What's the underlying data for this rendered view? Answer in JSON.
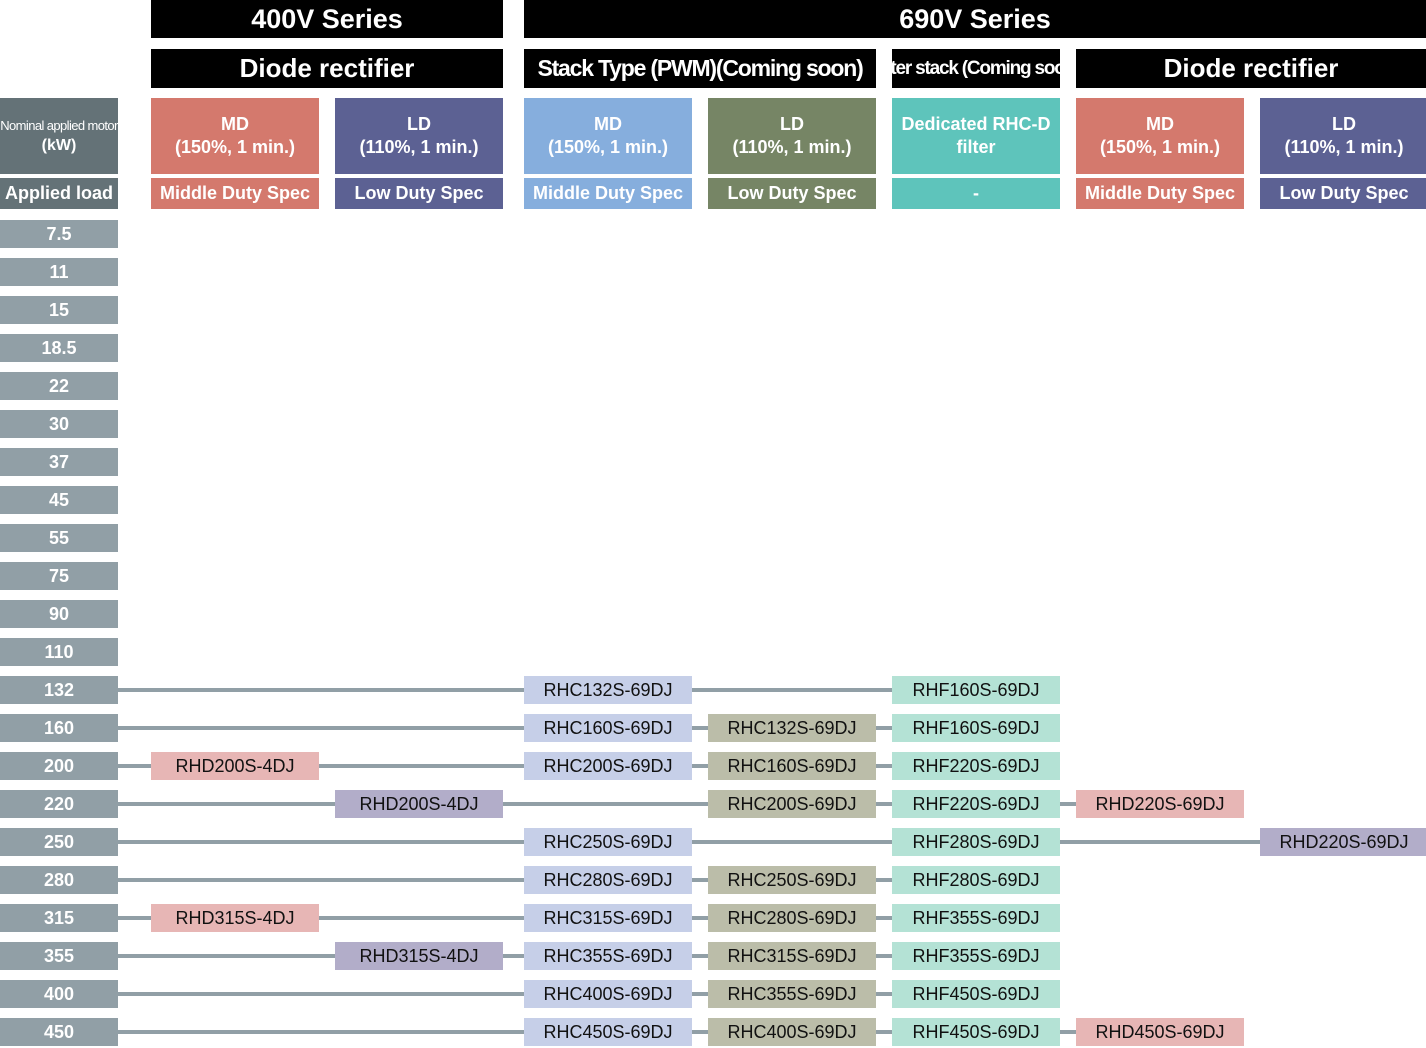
{
  "series": [
    {
      "label": "400V Series"
    },
    {
      "label": "690V Series"
    }
  ],
  "types": [
    {
      "label": "Diode rectifier"
    },
    {
      "label": "Stack Type (PWM)(Coming soon)"
    },
    {
      "label": "Filter stack (Coming soon)"
    },
    {
      "label": "Diode rectifier"
    }
  ],
  "left_header": {
    "title_line1": "Nominal applied motor",
    "title_line2": "(kW)",
    "sub": "Applied load"
  },
  "columns": [
    {
      "line1": "MD",
      "line2": "(150%, 1 min.)",
      "sub": "Middle Duty Spec",
      "head_color": "#d4796d",
      "cell_color": "#e7b6b5"
    },
    {
      "line1": "LD",
      "line2": "(110%, 1 min.)",
      "sub": "Low Duty Spec",
      "head_color": "#5c6193",
      "cell_color": "#b2adc9"
    },
    {
      "line1": "MD",
      "line2": "(150%, 1 min.)",
      "sub": "Middle Duty Spec",
      "head_color": "#86aedd",
      "cell_color": "#c6cfe8"
    },
    {
      "line1": "LD",
      "line2": "(110%, 1 min.)",
      "sub": "Low Duty Spec",
      "head_color": "#768565",
      "cell_color": "#bbbda9"
    },
    {
      "line1": "Dedicated RHC-D",
      "line2": "filter",
      "sub": "-",
      "head_color": "#5ec4bb",
      "cell_color": "#b4e2d5"
    },
    {
      "line1": "MD",
      "line2": "(150%, 1 min.)",
      "sub": "Middle Duty Spec",
      "head_color": "#d4796d",
      "cell_color": "#e7b6b5"
    },
    {
      "line1": "LD",
      "line2": "(110%, 1 min.)",
      "sub": "Low Duty Spec",
      "head_color": "#5c6193",
      "cell_color": "#b2adc9"
    }
  ],
  "rows": [
    {
      "kw": "7.5",
      "cells": [
        null,
        null,
        null,
        null,
        null,
        null,
        null
      ]
    },
    {
      "kw": "11",
      "cells": [
        null,
        null,
        null,
        null,
        null,
        null,
        null
      ]
    },
    {
      "kw": "15",
      "cells": [
        null,
        null,
        null,
        null,
        null,
        null,
        null
      ]
    },
    {
      "kw": "18.5",
      "cells": [
        null,
        null,
        null,
        null,
        null,
        null,
        null
      ]
    },
    {
      "kw": "22",
      "cells": [
        null,
        null,
        null,
        null,
        null,
        null,
        null
      ]
    },
    {
      "kw": "30",
      "cells": [
        null,
        null,
        null,
        null,
        null,
        null,
        null
      ]
    },
    {
      "kw": "37",
      "cells": [
        null,
        null,
        null,
        null,
        null,
        null,
        null
      ]
    },
    {
      "kw": "45",
      "cells": [
        null,
        null,
        null,
        null,
        null,
        null,
        null
      ]
    },
    {
      "kw": "55",
      "cells": [
        null,
        null,
        null,
        null,
        null,
        null,
        null
      ]
    },
    {
      "kw": "75",
      "cells": [
        null,
        null,
        null,
        null,
        null,
        null,
        null
      ]
    },
    {
      "kw": "90",
      "cells": [
        null,
        null,
        null,
        null,
        null,
        null,
        null
      ]
    },
    {
      "kw": "110",
      "cells": [
        null,
        null,
        null,
        null,
        null,
        null,
        null
      ]
    },
    {
      "kw": "132",
      "cells": [
        null,
        null,
        "RHC132S-69DJ",
        null,
        "RHF160S-69DJ",
        null,
        null
      ]
    },
    {
      "kw": "160",
      "cells": [
        null,
        null,
        "RHC160S-69DJ",
        "RHC132S-69DJ",
        "RHF160S-69DJ",
        null,
        null
      ]
    },
    {
      "kw": "200",
      "cells": [
        "RHD200S-4DJ",
        null,
        "RHC200S-69DJ",
        "RHC160S-69DJ",
        "RHF220S-69DJ",
        null,
        null
      ]
    },
    {
      "kw": "220",
      "cells": [
        null,
        "RHD200S-4DJ",
        null,
        "RHC200S-69DJ",
        "RHF220S-69DJ",
        "RHD220S-69DJ",
        null
      ]
    },
    {
      "kw": "250",
      "cells": [
        null,
        null,
        "RHC250S-69DJ",
        null,
        "RHF280S-69DJ",
        null,
        "RHD220S-69DJ"
      ]
    },
    {
      "kw": "280",
      "cells": [
        null,
        null,
        "RHC280S-69DJ",
        "RHC250S-69DJ",
        "RHF280S-69DJ",
        null,
        null
      ]
    },
    {
      "kw": "315",
      "cells": [
        "RHD315S-4DJ",
        null,
        "RHC315S-69DJ",
        "RHC280S-69DJ",
        "RHF355S-69DJ",
        null,
        null
      ]
    },
    {
      "kw": "355",
      "cells": [
        null,
        "RHD315S-4DJ",
        "RHC355S-69DJ",
        "RHC315S-69DJ",
        "RHF355S-69DJ",
        null,
        null
      ]
    },
    {
      "kw": "400",
      "cells": [
        null,
        null,
        "RHC400S-69DJ",
        "RHC355S-69DJ",
        "RHF450S-69DJ",
        null,
        null
      ]
    },
    {
      "kw": "450",
      "cells": [
        null,
        null,
        "RHC450S-69DJ",
        "RHC400S-69DJ",
        "RHF450S-69DJ",
        "RHD450S-69DJ",
        null
      ]
    }
  ]
}
